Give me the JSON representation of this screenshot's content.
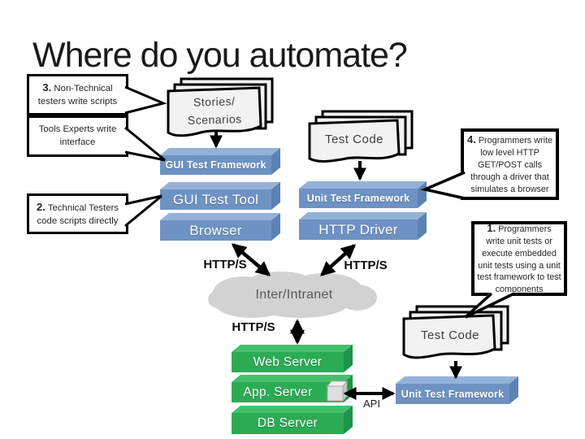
{
  "slide": {
    "title": "Where do you automate?"
  },
  "callouts": {
    "c3": {
      "num": "3.",
      "text": "Non-Technical testers write scripts"
    },
    "tools": {
      "text": "Tools Experts write interface"
    },
    "c2": {
      "num": "2.",
      "text": "Technical Testers code scripts directly"
    },
    "c4": {
      "num": "4.",
      "text": "Programmers write low level HTTP GET/POST calls through a driver that simulates a browser"
    },
    "c1": {
      "num": "1.",
      "text": "Programmers write unit tests or execute embedded unit tests using a unit test framework to test components"
    }
  },
  "papers": {
    "stories_line1": "Stories/",
    "stories_line2": "Scenarios",
    "test_code_top": "Test Code",
    "test_code_bottom": "Test Code"
  },
  "bars": {
    "gui_test_framework": "GUI Test Framework",
    "gui_test_tool": "GUI Test Tool",
    "browser": "Browser",
    "unit_test_framework_mid": "Unit Test Framework",
    "http_driver": "HTTP Driver",
    "web_server": "Web Server",
    "app_server": "App. Server",
    "db_server": "DB Server",
    "unit_test_framework_bottom": "Unit Test Framework"
  },
  "labels": {
    "https_left": "HTTP/S",
    "https_right": "HTTP/S",
    "https_bottom": "HTTP/S",
    "cloud": "Inter/Intranet",
    "api": "API"
  },
  "colors": {
    "bar_blue_front": "#6d92c3",
    "bar_blue_top": "#94b1d8",
    "bar_blue_side": "#5c82b4",
    "bar_green_front": "#2cab55",
    "bar_green_top": "#43c06c",
    "bar_green_side": "#1e9449",
    "cloud_gray": "#d2d2d2",
    "paper_gray": "#f2f2f2",
    "callout_border": "#000000"
  }
}
